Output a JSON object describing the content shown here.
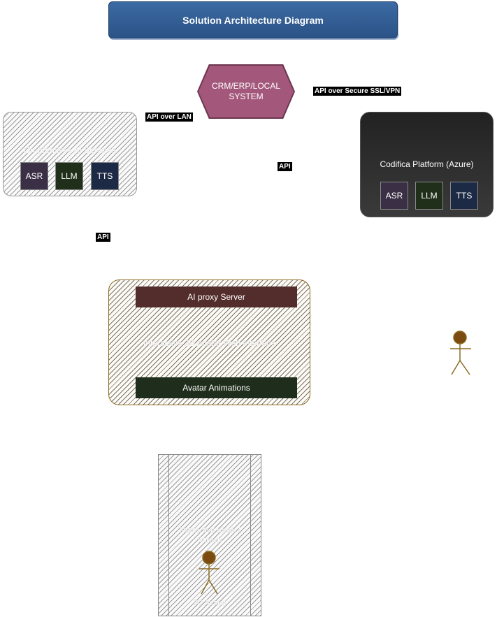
{
  "title": "Solution Architecture Diagram",
  "crm": {
    "label_line1": "CRM/ERP/LOCAL",
    "label_line2": "SYSTEM"
  },
  "on_prem": {
    "label": "On-premises AI Services",
    "blocks": {
      "asr": "ASR",
      "llm": "LLM",
      "tts": "TTS"
    }
  },
  "cloud": {
    "label": "Codifica Platform (Azure)",
    "blocks": {
      "asr": "ASR",
      "llm": "LLM",
      "tts": "TTS"
    }
  },
  "connections": {
    "lan": "API over LAN",
    "vpn": "API over Secure SSL/VPN",
    "api_right": "API",
    "api_left": "API"
  },
  "app": {
    "label": "Interactive 3D Avatar Web Interface",
    "proxy": "AI proxy Server",
    "animations": "Avatar Animations"
  },
  "kiosk": {
    "label_line1": "Interactive Kiosk /",
    "label_line2": "Screen",
    "avatar": "3D Avatar"
  },
  "icons": {
    "user_figure": "stick-figure-icon",
    "avatar_figure": "stick-figure-icon"
  }
}
